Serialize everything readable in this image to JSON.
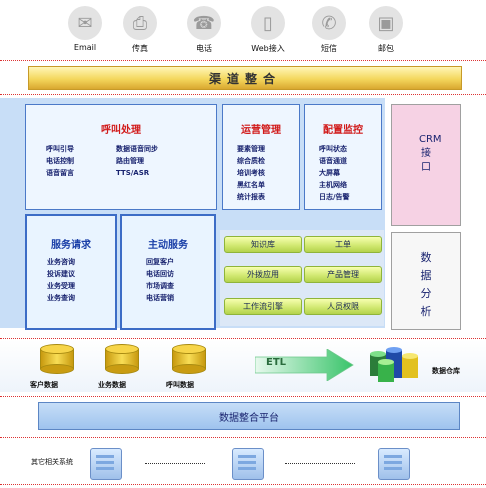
{
  "channels": [
    {
      "label": "Email",
      "icon": "email-icon",
      "glyph": "✉"
    },
    {
      "label": "传真",
      "icon": "fax-icon",
      "glyph": "🖷"
    },
    {
      "label": "电话",
      "icon": "telephone-icon",
      "glyph": "☎"
    },
    {
      "label": "Web接入",
      "icon": "mobile-icon",
      "glyph": "▯"
    },
    {
      "label": "短信",
      "icon": "sms-icon",
      "glyph": "✆"
    },
    {
      "label": "邮包",
      "icon": "parcel-icon",
      "glyph": "▣"
    }
  ],
  "channel_bar": "渠道整合",
  "call_processing": {
    "title": "呼叫处理",
    "left": [
      "呼叫引导",
      "电话控制",
      "语音留言"
    ],
    "right": [
      "数据语音同步",
      "路由管理",
      "TTS/ASR"
    ]
  },
  "operations": {
    "title": "运营管理",
    "items": [
      "要素管理",
      "综合质检",
      "培训考核",
      "黑红名单",
      "统计报表"
    ]
  },
  "config_monitor": {
    "title": "配置监控",
    "items": [
      "呼叫状态",
      "语音通道",
      "大屏幕",
      "主机网络",
      "日志/告警"
    ]
  },
  "crm": "CRM接口",
  "service_request": {
    "title": "服务请求",
    "items": [
      "业务咨询",
      "投诉建议",
      "业务受理",
      "业务查询"
    ]
  },
  "active_service": {
    "title": "主动服务",
    "items": [
      "回复客户",
      "电话回访",
      "市场调查",
      "电话营销"
    ]
  },
  "green_buttons": [
    "知识库",
    "工单",
    "外拨应用",
    "产品管理",
    "工作流引擎",
    "人员权限"
  ],
  "data_analysis": "数据分析",
  "datastores": [
    "客户数据",
    "业务数据",
    "呼叫数据"
  ],
  "etl": "ETL",
  "warehouse": "数据仓库",
  "platform": "数据整合平台",
  "other_systems": "其它相关系统",
  "colors": {
    "title_red": "#d11a1a",
    "text_navy": "#1a2470",
    "separator": "#dd3333",
    "pink_panel": "#f6d2e4",
    "etl_arrow": "#39c46a"
  }
}
